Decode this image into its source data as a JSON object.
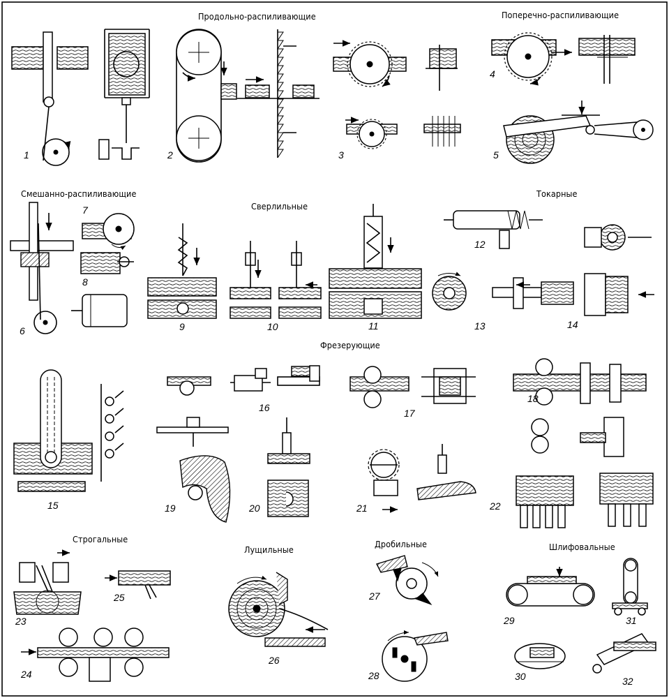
{
  "figure": {
    "categories": [
      {
        "id": "rip_sawing",
        "title": "Продольно-распиливающие"
      },
      {
        "id": "cross_sawing",
        "title": "Поперечно-распиливающие"
      },
      {
        "id": "mixed_sawing",
        "title": "Смешанно-распиливающие"
      },
      {
        "id": "drilling",
        "title": "Сверлильные"
      },
      {
        "id": "turning",
        "title": "Токарные"
      },
      {
        "id": "milling",
        "title": "Фрезерующие"
      },
      {
        "id": "planing",
        "title": "Строгальные"
      },
      {
        "id": "peeling",
        "title": "Лущильные"
      },
      {
        "id": "crushing",
        "title": "Дробильные"
      },
      {
        "id": "grinding",
        "title": "Шлифовальные"
      }
    ],
    "numbers": {
      "n1": "1",
      "n2": "2",
      "n3": "3",
      "n4": "4",
      "n5": "5",
      "n6": "6",
      "n7": "7",
      "n8": "8",
      "n9": "9",
      "n10": "10",
      "n11": "11",
      "n12": "12",
      "n13": "13",
      "n14": "14",
      "n15": "15",
      "n16": "16",
      "n17": "17",
      "n18": "18",
      "n19": "19",
      "n20": "20",
      "n21": "21",
      "n22": "22",
      "n23": "23",
      "n24": "24",
      "n25": "25",
      "n26": "26",
      "n27": "27",
      "n28": "28",
      "n29": "29",
      "n30": "30",
      "n31": "31",
      "n32": "32"
    }
  }
}
